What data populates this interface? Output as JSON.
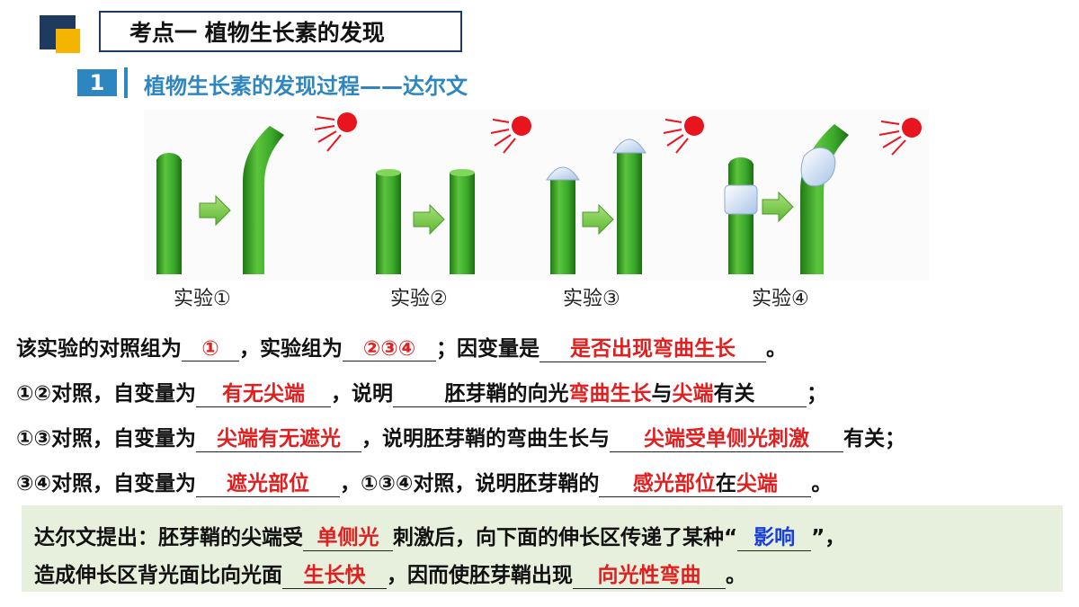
{
  "header": {
    "title": "考点一 植物生长素的发现",
    "section_number": "1",
    "section_title": "植物生长素的发现过程——达尔文"
  },
  "experiments": {
    "labels": [
      "实验①",
      "实验②",
      "实验③",
      "实验④"
    ]
  },
  "questions": {
    "q1": {
      "prefix": "该实验的对照组为",
      "answer1": "①",
      "mid1": "，实验组为",
      "answer2": "②③④",
      "mid2": "；因变量是",
      "answer3": "是否出现弯曲生长",
      "suffix": "。"
    },
    "q2": {
      "prefix": "①②对照，自变量为",
      "answer1": "有无尖端",
      "mid1": "，说明",
      "black1": "胚芽鞘的向光",
      "red1": "弯曲生长",
      "black2": "与",
      "red2": "尖端",
      "black3": "有关",
      "suffix": "；"
    },
    "q3": {
      "prefix": "①③对照，自变量为",
      "answer1": "尖端有无遮光",
      "mid1": "，说明胚芽鞘的弯曲生长与",
      "answer2": "尖端受单侧光刺激",
      "suffix": "有关；"
    },
    "q4": {
      "prefix": "③④对照，自变量为",
      "answer1": "遮光部位",
      "mid1": "，①③④对照，说明胚芽鞘的",
      "red1": "感光部位",
      "black1": "在",
      "red2": "尖端",
      "suffix": "。"
    }
  },
  "summary": {
    "l1_prefix": "达尔文提出：胚芽鞘的尖端受",
    "l1_answer1": "单侧光",
    "l1_mid": "刺激后，向下面的伸长区传递了某种“",
    "l1_answer2": "影响",
    "l1_suffix": "”，",
    "l2_prefix": "造成伸长区背光面比向光面",
    "l2_answer1": "生长快",
    "l2_mid": "，因而使胚芽鞘出现",
    "l2_answer2": "向光性弯曲",
    "l2_suffix": "。"
  },
  "colors": {
    "navy": "#1f3a5f",
    "yellow": "#f4b400",
    "accent_blue": "#2e86c1",
    "answer_red": "#e02020",
    "answer_blue": "#1a3fd9",
    "stem_green": "#3aa82a",
    "sun_red": "#e8141e",
    "summary_bg": "#e6f0dc"
  }
}
